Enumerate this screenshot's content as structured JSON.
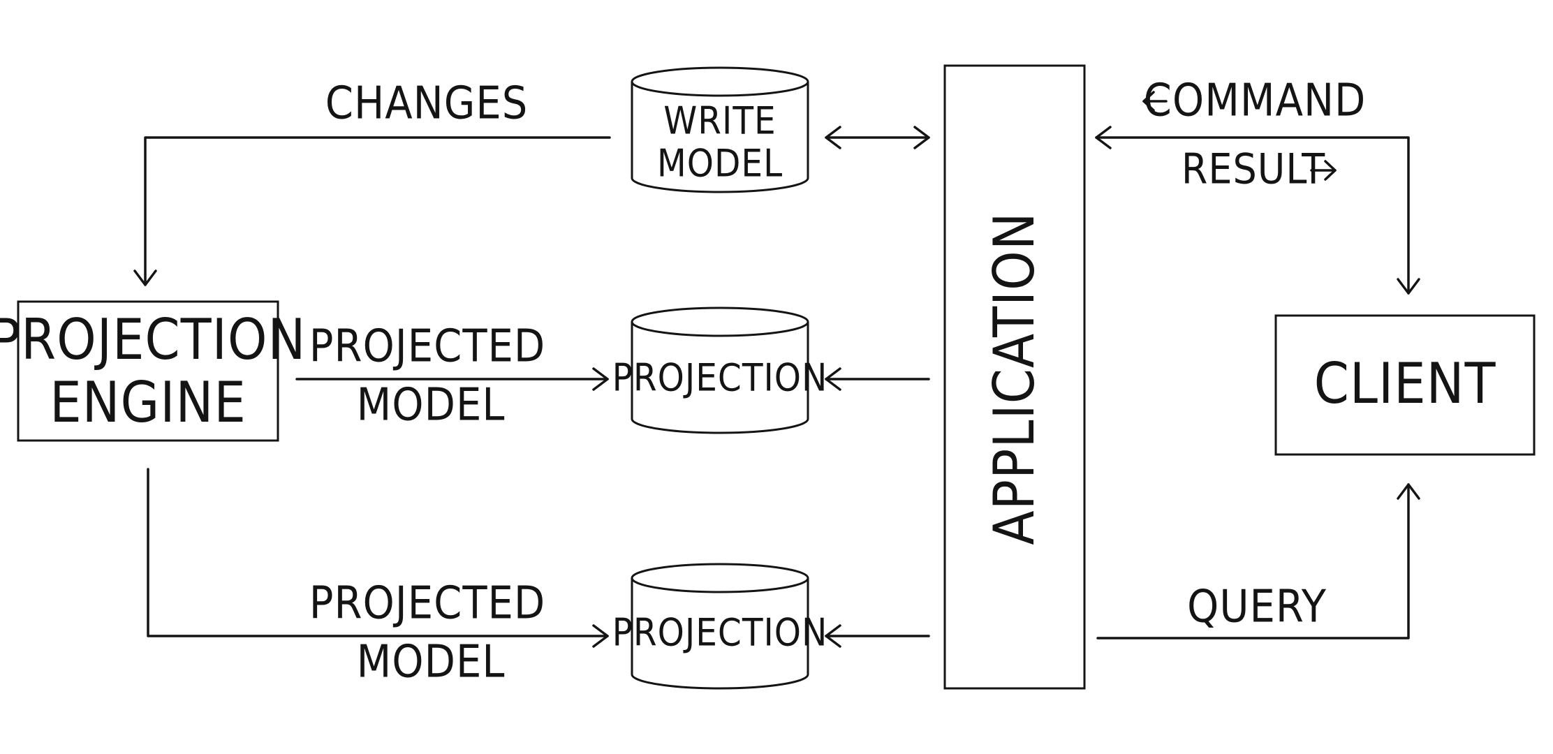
{
  "nodes": {
    "projection_engine": {
      "line1": "PROJECTION",
      "line2": "ENGINE"
    },
    "write_model": {
      "line1": "WRITE",
      "line2": "MODEL"
    },
    "projection_top": {
      "label": "PROJECTION"
    },
    "projection_bottom": {
      "label": "PROJECTION"
    },
    "application": {
      "label": "APPLICATION"
    },
    "client": {
      "label": "CLIENT"
    }
  },
  "edges": {
    "changes": {
      "label": "CHANGES"
    },
    "projected_model_1": {
      "line1": "PROJECTED",
      "line2": "MODEL"
    },
    "projected_model_2": {
      "line1": "PROJECTED",
      "line2": "MODEL"
    },
    "command": {
      "label": "COMMAND"
    },
    "result": {
      "label": "RESULT"
    },
    "query": {
      "label": "QUERY"
    }
  },
  "colors": {
    "ink": "#141414",
    "background": "#ffffff"
  }
}
